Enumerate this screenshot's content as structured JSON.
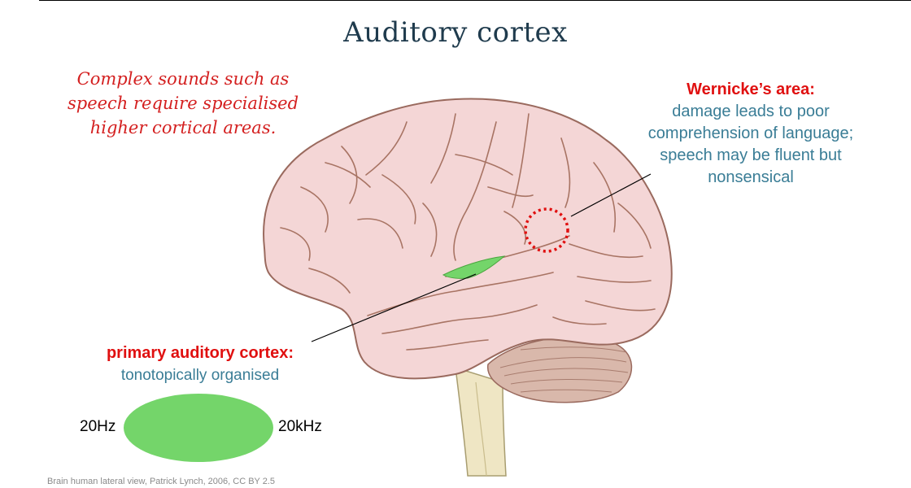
{
  "slide": {
    "title": "Auditory cortex",
    "note_lines": [
      "Complex sounds such as",
      "speech require specialised",
      "higher cortical areas."
    ]
  },
  "wernicke": {
    "heading": "Wernicke’s area:",
    "lines": [
      "damage leads to poor",
      "comprehension of language;",
      "speech may be fluent but",
      "nonsensical"
    ]
  },
  "primary_auditory": {
    "heading": "primary auditory cortex:",
    "description": "tonotopically organised"
  },
  "tonotopic_map": {
    "low_label": "20Hz",
    "high_label": "20kHz"
  },
  "credit": "Brain human lateral view, Patrick Lynch, 2006, CC BY 2.5",
  "colors": {
    "highlight_red": "#e01010",
    "body_blue": "#3a7d96",
    "auditory_green": "#74d56a",
    "brain_fill": "#f4d6d6",
    "brain_outline": "#9a6a5e",
    "cerebellum": "#d9b8ab",
    "brainstem": "#efe6c4"
  }
}
